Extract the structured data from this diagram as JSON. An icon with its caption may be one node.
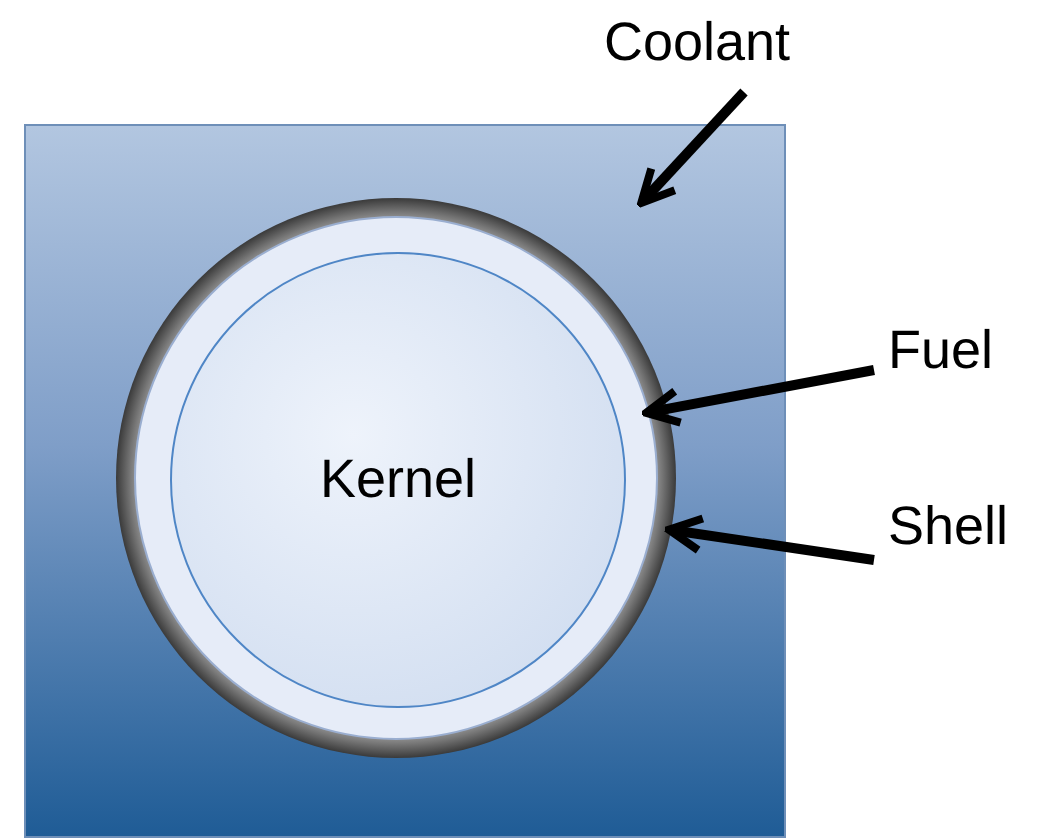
{
  "diagram": {
    "nodes": [
      {
        "text": [],
        "shape": "box"
      },
      {
        "text": [],
        "shape": "circle",
        "in": 0
      },
      {
        "text": [],
        "shape": "circle",
        "in": 1
      },
      {
        "text": [
          "Kernel"
        ],
        "in": 2
      },
      {
        "text": [
          "Coolant"
        ]
      },
      {
        "text": [
          "Fuel"
        ]
      },
      {
        "text": [
          "Shell"
        ]
      }
    ],
    "edges": [
      {
        "from": 4,
        "to": 0,
        "arrow": "to"
      },
      {
        "from": 5,
        "to": 2,
        "arrow": "to"
      },
      {
        "from": 6,
        "to": 1,
        "arrow": "to"
      }
    ]
  }
}
